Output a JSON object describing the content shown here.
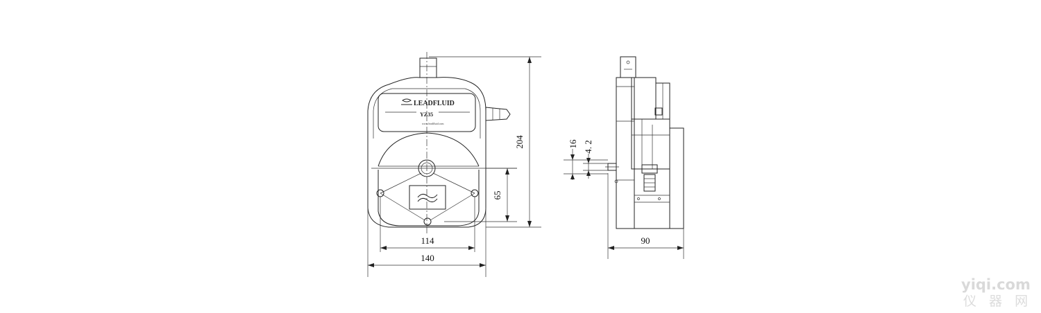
{
  "front_view": {
    "brand_label": "LEADFLUID",
    "model_label": "YZ35",
    "website_small": "www.leadfluid.com"
  },
  "dimensions": {
    "height_total": "204",
    "center_to_base": "65",
    "mount_hole_spacing": "114",
    "overall_width": "140",
    "side_depth": "90",
    "shaft_dim_a": "16",
    "shaft_dim_b": "4. 2"
  },
  "watermark": {
    "latin": "yiqi.com",
    "cjk": "仪 器 网"
  }
}
